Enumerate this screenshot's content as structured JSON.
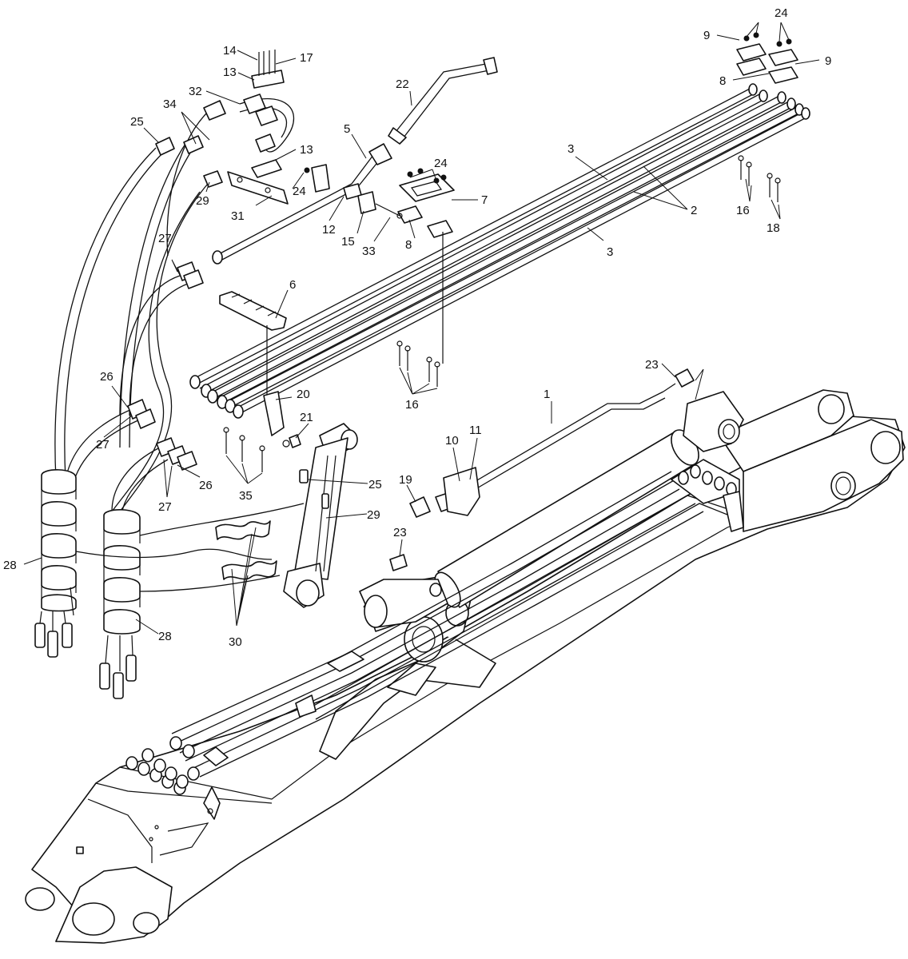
{
  "callouts": [
    {
      "label": "24"
    },
    {
      "label": "9"
    },
    {
      "label": "9"
    },
    {
      "label": "8"
    },
    {
      "label": "14"
    },
    {
      "label": "17"
    },
    {
      "label": "13"
    },
    {
      "label": "32"
    },
    {
      "label": "34"
    },
    {
      "label": "25"
    },
    {
      "label": "22"
    },
    {
      "label": "5"
    },
    {
      "label": "13"
    },
    {
      "label": "24"
    },
    {
      "label": "29"
    },
    {
      "label": "31"
    },
    {
      "label": "24"
    },
    {
      "label": "7"
    },
    {
      "label": "3"
    },
    {
      "label": "2"
    },
    {
      "label": "16"
    },
    {
      "label": "18"
    },
    {
      "label": "12"
    },
    {
      "label": "15"
    },
    {
      "label": "33"
    },
    {
      "label": "8"
    },
    {
      "label": "3"
    },
    {
      "label": "27"
    },
    {
      "label": "6"
    },
    {
      "label": "16"
    },
    {
      "label": "23"
    },
    {
      "label": "1"
    },
    {
      "label": "26"
    },
    {
      "label": "20"
    },
    {
      "label": "21"
    },
    {
      "label": "10"
    },
    {
      "label": "11"
    },
    {
      "label": "27"
    },
    {
      "label": "19"
    },
    {
      "label": "25"
    },
    {
      "label": "35"
    },
    {
      "label": "26"
    },
    {
      "label": "27"
    },
    {
      "label": "29"
    },
    {
      "label": "23"
    },
    {
      "label": "28"
    },
    {
      "label": "28"
    },
    {
      "label": "30"
    }
  ]
}
